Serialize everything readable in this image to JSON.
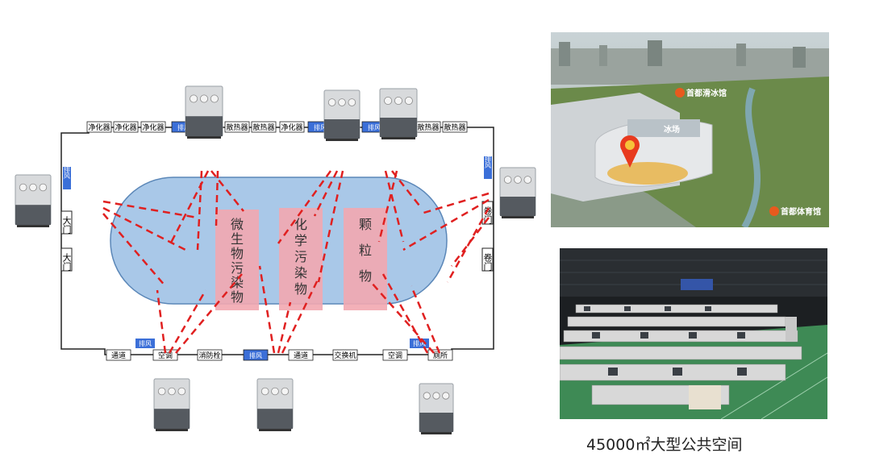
{
  "hall": {
    "top_labels": [
      "净化器",
      "净化器",
      "净化器",
      "排风",
      "散热器",
      "散热器",
      "净化器",
      "排风",
      "排风",
      "散热器",
      "散热器"
    ],
    "bottom_labels": [
      "通道",
      "空调",
      "消防栓",
      "排风",
      "通道",
      "交换机",
      "空调",
      "厕所"
    ],
    "bottom_exhaust_labels": [
      "排风",
      "排风"
    ],
    "left_exhaust_label": "排风",
    "right_exhaust_label": "排风",
    "left_doors": [
      "大门",
      "大门"
    ],
    "right_doors": [
      "卷门",
      "卷门"
    ]
  },
  "zones": [
    {
      "text": "微生物污染物",
      "color": "#f2a7b0"
    },
    {
      "text": "化学污染物",
      "color": "#f2a7b0"
    },
    {
      "text": "颗粒物",
      "color": "#f2a7b0"
    }
  ],
  "colors": {
    "oval_fill": "#a9c8e8",
    "oval_stroke": "#5b87b8",
    "dash": "#e02020",
    "exhaust_blue": "#3b6fd8",
    "unit_body": "#d8dadc",
    "unit_dark": "#555a60"
  },
  "photos": {
    "top": {
      "pin_labels": [
        "首都滑冰馆",
        "冰场",
        "首都体育馆"
      ]
    },
    "bottom": {}
  },
  "caption": "45000㎡大型公共空间"
}
